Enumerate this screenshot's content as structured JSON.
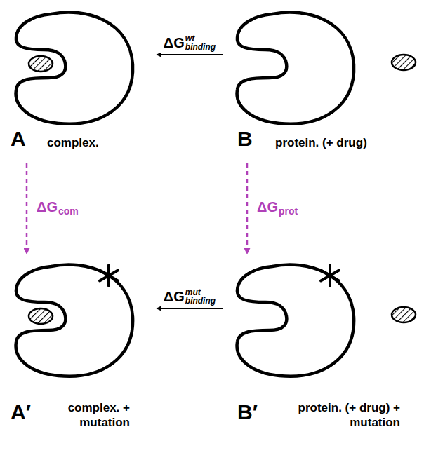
{
  "diagram": {
    "nodes": [
      {
        "text": [
          "A",
          "complex."
        ]
      },
      {
        "text": [
          "B",
          "protein. (+ drug)"
        ]
      },
      {
        "text": [
          "A′",
          "complex. + mutation"
        ]
      },
      {
        "text": [
          "B′",
          "protein. (+ drug) + mutation"
        ]
      }
    ],
    "edges": [
      {
        "from": 1,
        "to": 0,
        "arrow": "to",
        "label": "ΔG"
      },
      {
        "from": 0,
        "to": 2,
        "arrow": "to",
        "label": "ΔG"
      },
      {
        "from": 1,
        "to": 3,
        "arrow": "to",
        "label": "ΔG"
      },
      {
        "from": 3,
        "to": 2,
        "arrow": "to",
        "label": "ΔG"
      }
    ],
    "labels": [
      "wt",
      "binding",
      "com",
      "prot",
      "mut",
      "binding"
    ]
  }
}
